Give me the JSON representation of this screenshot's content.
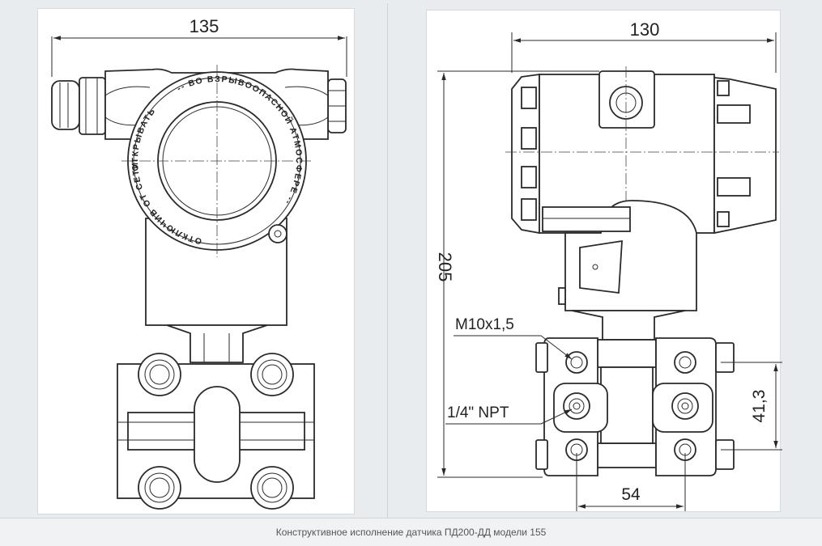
{
  "left_view": {
    "dim_width": "135",
    "ring_text_top": "-- ВО ВЗРЫВООПАСНОЙ АТМОСФЕРЕ --",
    "ring_text_left": "ОТКРЫВАТЬ",
    "ring_text_bottom": "ОТКЛЮЧИВ ОТ СЕТИ"
  },
  "right_view": {
    "dim_width": "130",
    "dim_height": "205",
    "dim_flange_height": "41,3",
    "dim_bolt_spacing": "54",
    "label_thread": "M10x1,5",
    "label_port": "1/4\" NPT"
  },
  "caption": "Конструктивное исполнение датчика ПД200-ДД модели 155",
  "colors": {
    "line": "#2a2a2a",
    "background": "#e9ecef",
    "panel": "#ffffff"
  }
}
